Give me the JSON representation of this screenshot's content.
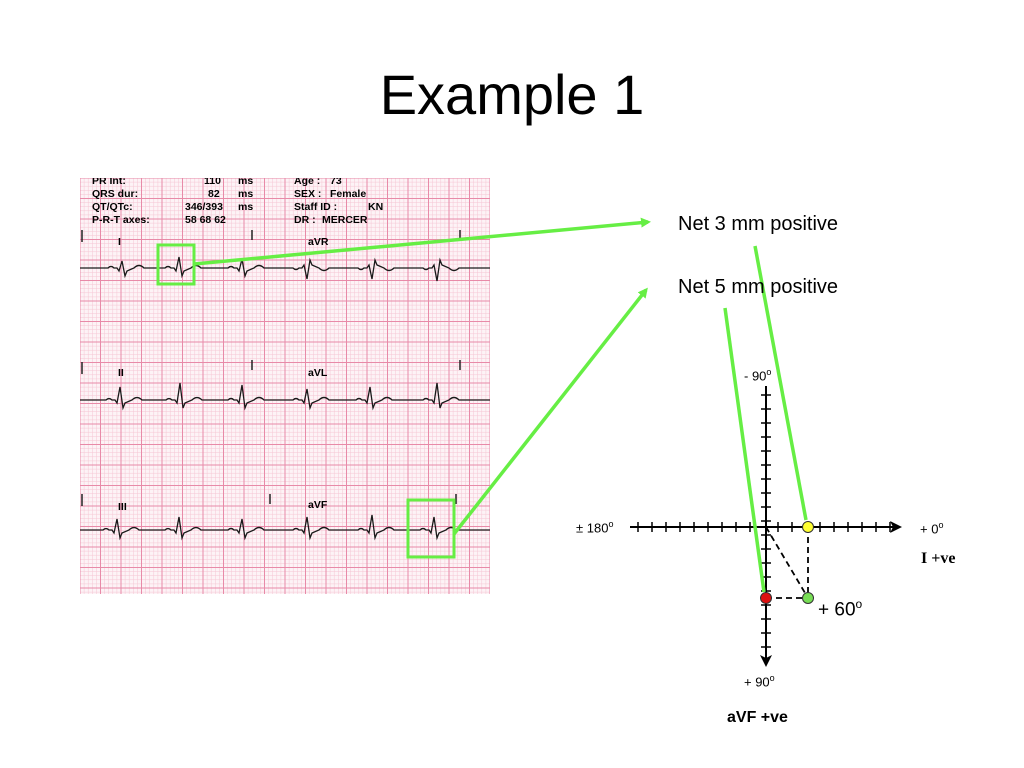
{
  "slide": {
    "title": "Example 1"
  },
  "ecg": {
    "header": {
      "pr_int_label": "PR Int:",
      "pr_int_value": "110",
      "pr_int_unit": "ms",
      "qrs_label": "QRS dur:",
      "qrs_value": "82",
      "qrs_unit": "ms",
      "qt_label": "QT/QTc:",
      "qt_value": "346/393",
      "qt_unit": "ms",
      "prt_label": "P-R-T axes:",
      "prt_value": "58 68 62",
      "age_label": "Age :",
      "age_value": "73",
      "sex_label": "SEX :",
      "sex_value": "Female",
      "staff_label": "Staff ID :",
      "staff_value": "KN",
      "dr_label": "DR :",
      "dr_value": "MERCER"
    },
    "leads": {
      "I": "I",
      "aVR": "aVR",
      "II": "II",
      "aVL": "aVL",
      "III": "III",
      "aVF": "aVF"
    },
    "grid_color": "#e88aa8",
    "fine_grid_color": "#f5c6d4"
  },
  "annotations": {
    "lead_i": "Net 3 mm positive",
    "lead_avf": "Net 5 mm positive"
  },
  "axis": {
    "minus90": "- 90",
    "plus90": "+ 90",
    "plus180": "± 180",
    "zero": "+ 0",
    "degree": "o",
    "result": "+ 60",
    "lead_i_positive": "I +ve",
    "avf_positive": "aVF +ve"
  },
  "colors": {
    "highlight_green": "#66ee44",
    "marker_yellow": "#ffff33",
    "marker_red": "#dd1111",
    "marker_green": "#77dd55"
  }
}
